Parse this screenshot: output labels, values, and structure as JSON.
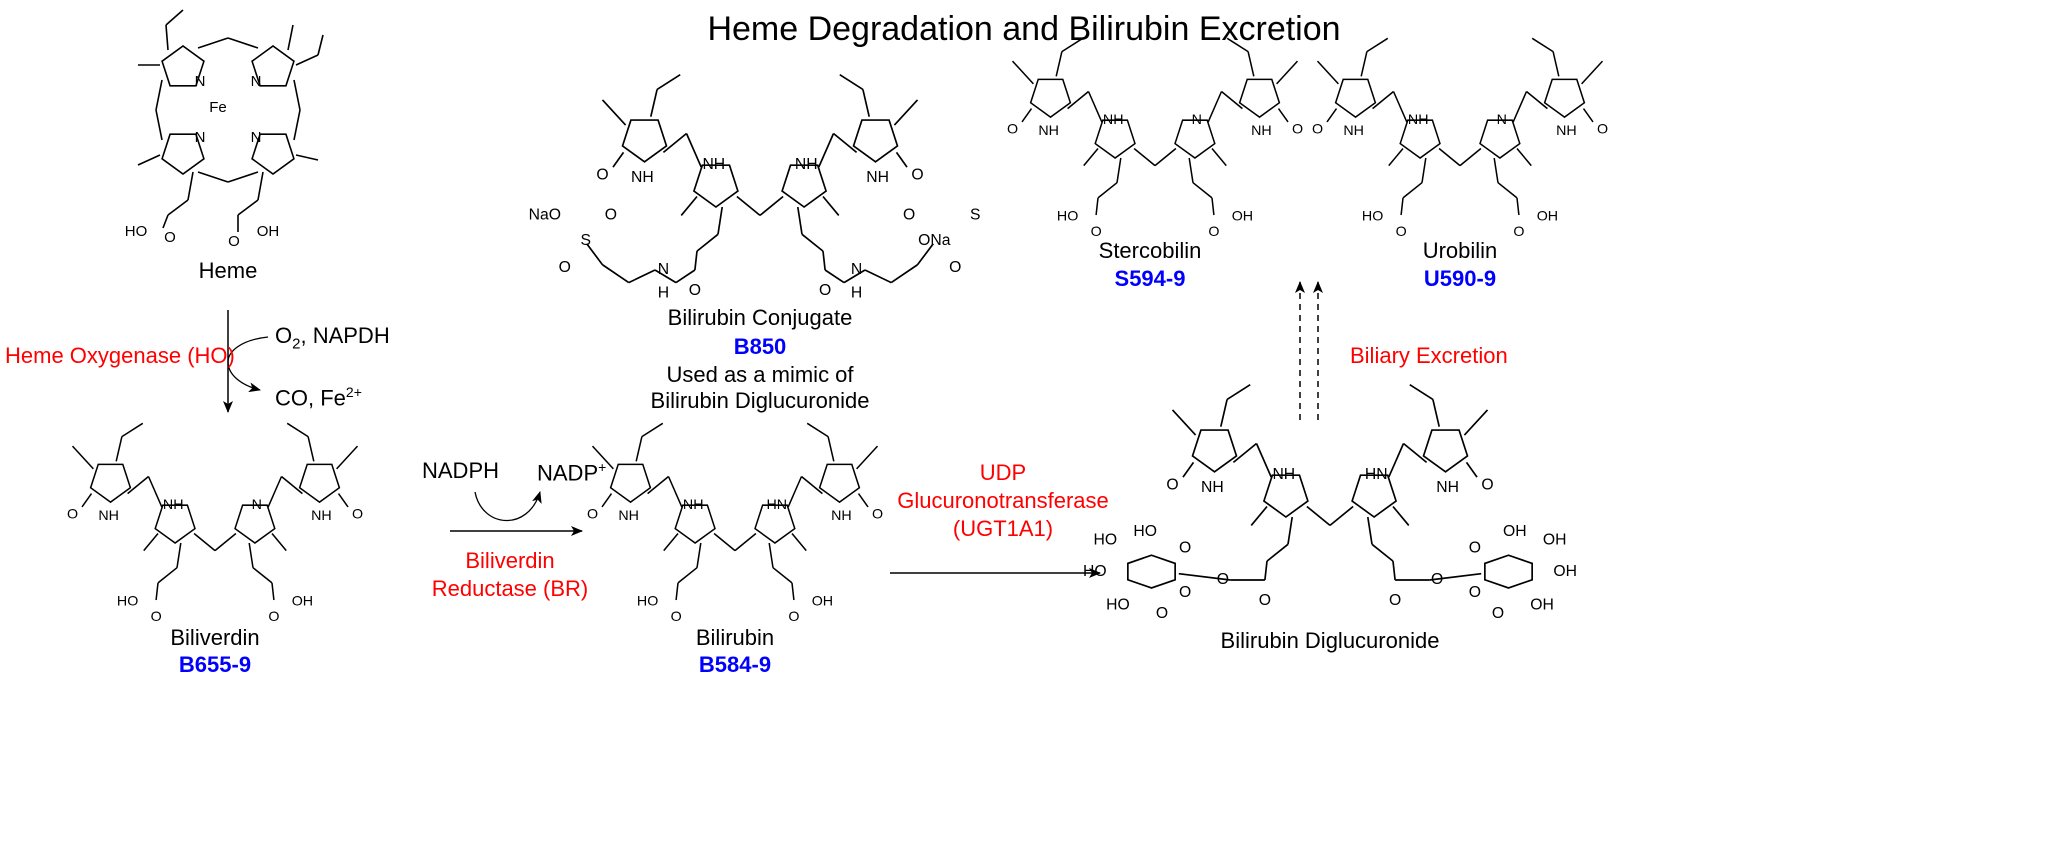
{
  "title": "Heme Degradation and Bilirubin Excretion",
  "colors": {
    "enzyme": "#ff0000",
    "product_code": "#0000ff",
    "structure": "#000000"
  },
  "compounds": {
    "heme": {
      "name": "Heme",
      "atoms": [
        "Fe",
        "N",
        "N",
        "N",
        "N",
        "HO",
        "O",
        "O",
        "OH"
      ]
    },
    "biliverdin": {
      "name": "Biliverdin",
      "code": "B655-9",
      "atoms": [
        "O",
        "NH",
        "NH",
        "N",
        "NH",
        "O",
        "HO",
        "O",
        "O",
        "OH"
      ]
    },
    "bilirubin": {
      "name": "Bilirubin",
      "code": "B584-9",
      "atoms": [
        "O",
        "NH",
        "NH",
        "HN",
        "NH",
        "O",
        "HO",
        "O",
        "O",
        "OH"
      ]
    },
    "conjugate": {
      "name": "Bilirubin Conjugate",
      "code": "B850",
      "note_line1": "Used as a mimic of",
      "note_line2": "Bilirubin Diglucuronide",
      "atoms": [
        "O",
        "NH",
        "NH",
        "NH",
        "NH",
        "O",
        "N",
        "O",
        "O",
        "N"
      ],
      "side_atoms": [
        "NaO",
        "S",
        "O",
        "O",
        "H",
        "S",
        "ONa",
        "O",
        "O",
        "H"
      ]
    },
    "diglucuronide": {
      "name": "Bilirubin Diglucuronide",
      "atoms": [
        "O",
        "NH",
        "NH",
        "HN",
        "NH",
        "O",
        "O",
        "O",
        "O",
        "O"
      ],
      "side_atoms": [
        "HO",
        "HO",
        "HO",
        "O",
        "HO",
        "O",
        "O",
        "OH",
        "OH",
        "OH",
        "O",
        "O",
        "OH",
        "O"
      ]
    },
    "stercobilin": {
      "name": "Stercobilin",
      "code": "S594-9",
      "atoms": [
        "O",
        "NH",
        "NH",
        "N",
        "NH",
        "O",
        "HO",
        "O",
        "O",
        "OH"
      ]
    },
    "urobilin": {
      "name": "Urobilin",
      "code": "U590-9",
      "atoms": [
        "O",
        "NH",
        "NH",
        "N",
        "NH",
        "O",
        "HO",
        "O",
        "O",
        "OH"
      ]
    }
  },
  "reactions": {
    "ho": {
      "enzyme": "Heme Oxygenase (HO)",
      "reagent_in": "O",
      "reagent_in_sub": "2",
      "reagent_in_rest": ", NAPDH",
      "reagent_out": "CO, Fe",
      "reagent_out_sup": "2+"
    },
    "br": {
      "enzyme_line1": "Biliverdin",
      "enzyme_line2": "Reductase (BR)",
      "reagent_in": "NADPH",
      "reagent_out": "NADP",
      "reagent_out_sup": "+"
    },
    "ugt": {
      "enzyme_line1": "UDP",
      "enzyme_line2": "Glucuronotransferase",
      "enzyme_line3": "(UGT1A1)"
    },
    "excretion": {
      "label": "Biliary Excretion"
    }
  }
}
